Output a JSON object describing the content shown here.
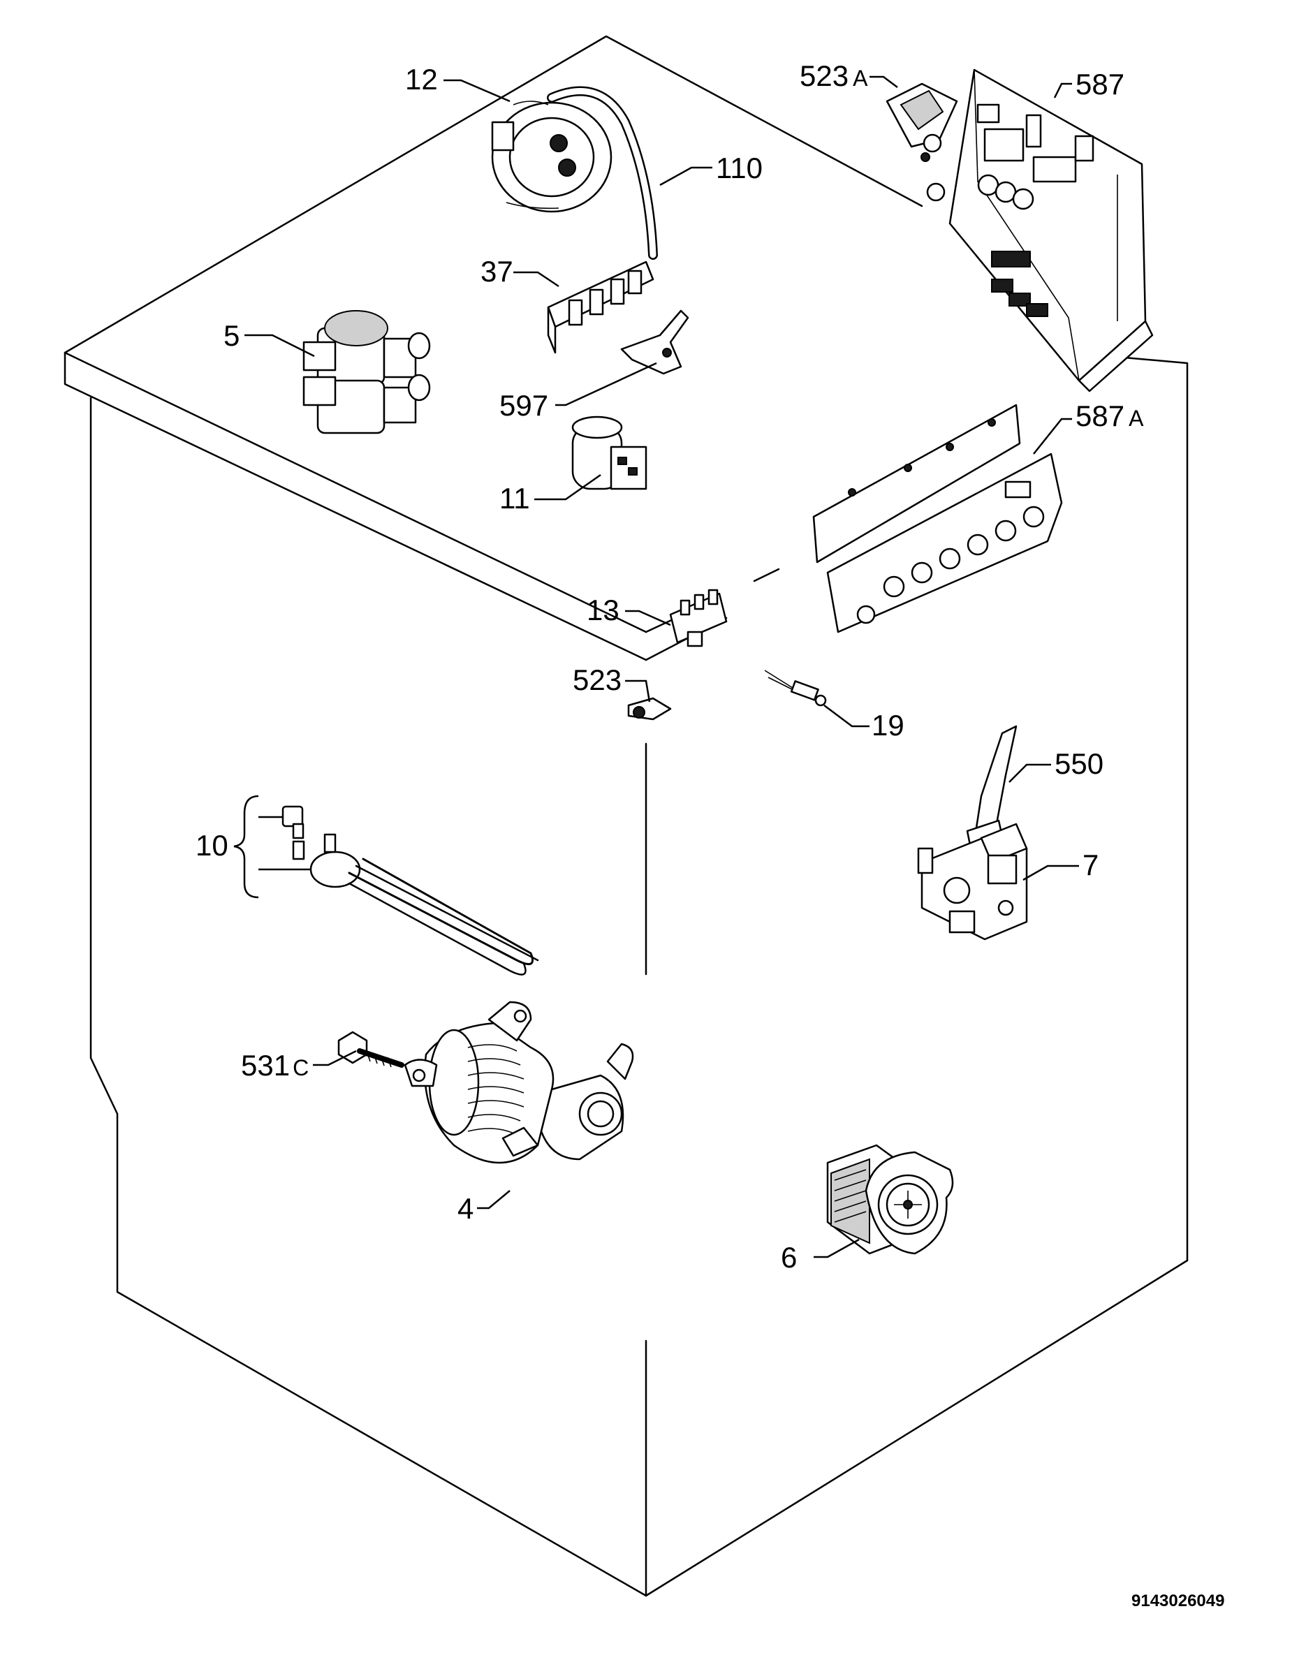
{
  "document_id": "9143026049",
  "parts": [
    {
      "ref": "12"
    },
    {
      "ref": "110"
    },
    {
      "ref": "37"
    },
    {
      "ref": "5"
    },
    {
      "ref": "597"
    },
    {
      "ref": "11"
    },
    {
      "ref": "523",
      "suffix": "A"
    },
    {
      "ref": "587"
    },
    {
      "ref": "587",
      "suffix": "A"
    },
    {
      "ref": "13"
    },
    {
      "ref": "523"
    },
    {
      "ref": "19"
    },
    {
      "ref": "550"
    },
    {
      "ref": "10"
    },
    {
      "ref": "7"
    },
    {
      "ref": "531",
      "suffix": "C"
    },
    {
      "ref": "4"
    },
    {
      "ref": "6"
    }
  ]
}
